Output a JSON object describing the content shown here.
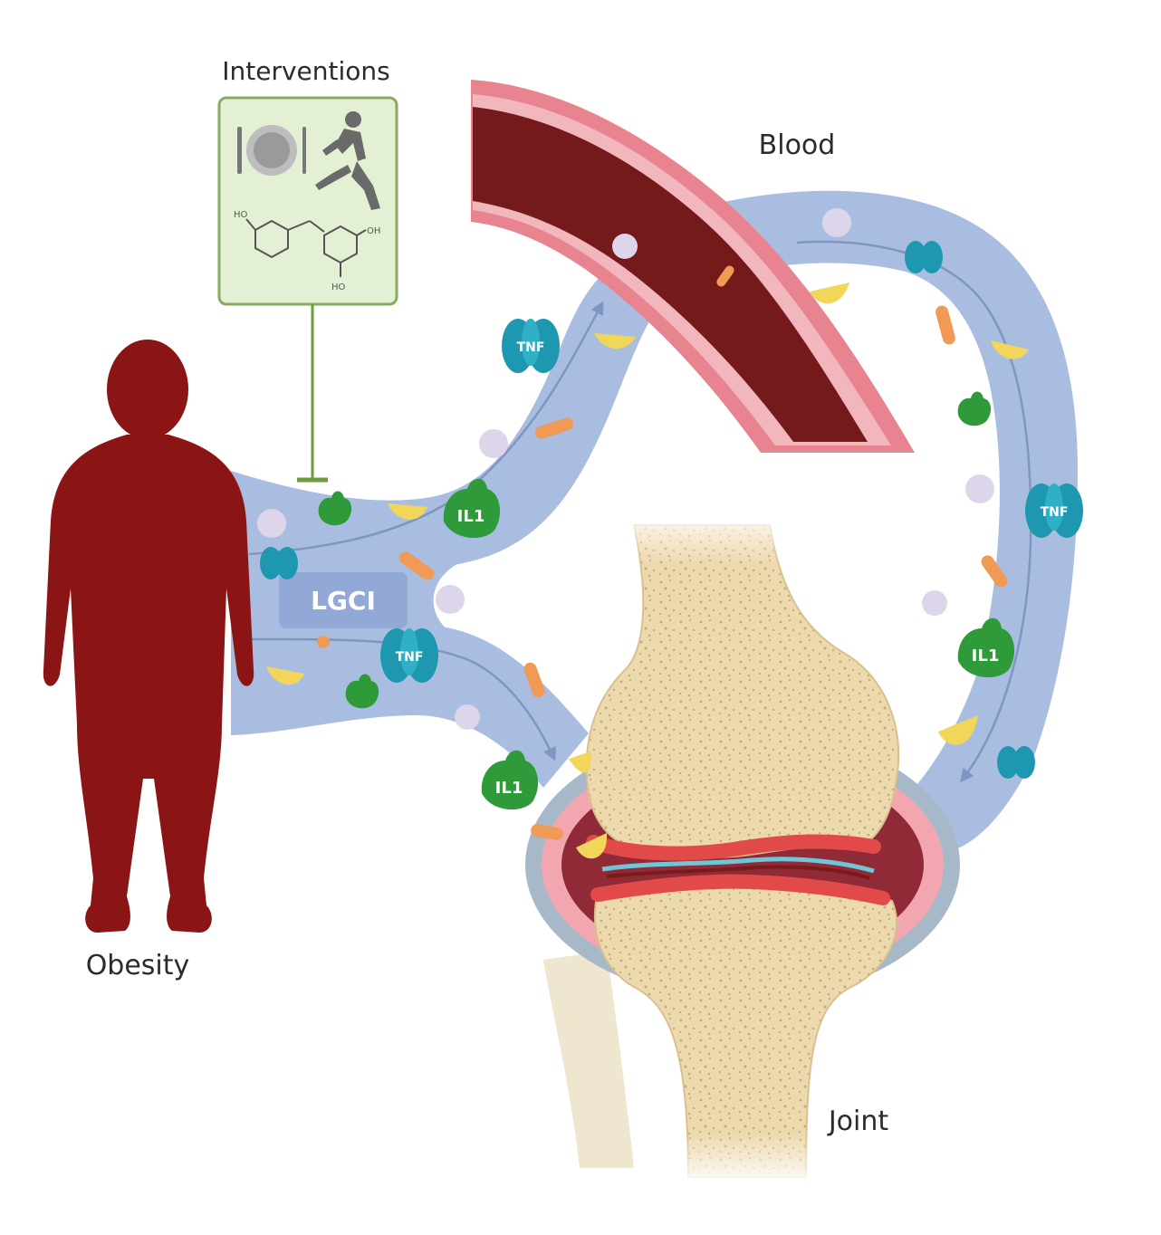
{
  "labels": {
    "interventions": "Interventions",
    "blood": "Blood",
    "obesity": "Obesity",
    "joint": "Joint",
    "lgci": "LGCI"
  },
  "molecules": {
    "tnf": "TNF",
    "il1": "IL1"
  },
  "chem_groups": {
    "ho_top": "HO",
    "oh_right": "OH",
    "ho_bottom": "HO"
  },
  "colors": {
    "silhouette": "#8b1414",
    "vessel_flow": "#a9bde0",
    "flow_arrow": "#7f96c2",
    "blood_wall": "#e8848f",
    "blood_lumen": "#741a1a",
    "bone": "#ecd9ae",
    "bone_spots": "#c9a877",
    "cartilage_inflamed": "#e24a4a",
    "synovial_capsule": "#a7b8c9",
    "intervention_box": "#e3f0d4",
    "intervention_border": "#86ab5c",
    "tnf": "#1e98b0",
    "il1": "#2e9a3a",
    "yellow_particle": "#f1d65a",
    "orange_particle": "#f09a55",
    "lavender_particle": "#ddd6ea"
  }
}
